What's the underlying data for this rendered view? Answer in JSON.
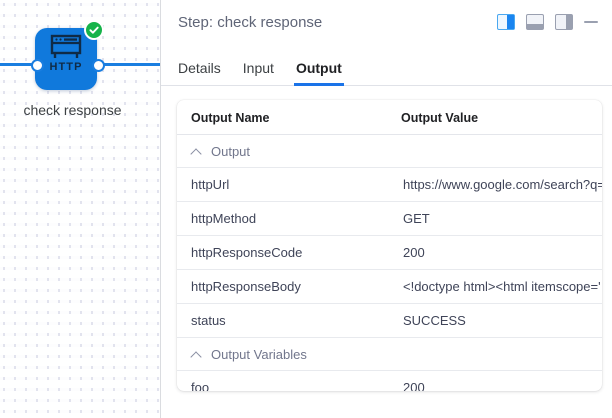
{
  "canvas": {
    "node": {
      "type_label": "HTTP",
      "name": "check response",
      "color": "#1079dc",
      "status_icon": "check-circle-icon",
      "status_color": "#16b34a",
      "edge_color": "#1a7ee0"
    }
  },
  "panel": {
    "header": {
      "title": "Step: check response",
      "actions": [
        {
          "icon": "layout-split-left-icon",
          "active": true
        },
        {
          "icon": "layout-dock-bottom-icon",
          "active": false
        },
        {
          "icon": "layout-dock-right-icon",
          "active": false
        },
        {
          "icon": "minimize-icon",
          "active": false
        }
      ]
    },
    "tabs": [
      {
        "label": "Details",
        "active": false
      },
      {
        "label": "Input",
        "active": false
      },
      {
        "label": "Output",
        "active": true
      }
    ],
    "accent_color": "#1a73e8",
    "table": {
      "columns": [
        "Output Name",
        "Output Value"
      ],
      "groups": [
        {
          "label": "Output",
          "expanded": true,
          "rows": [
            {
              "name": "httpUrl",
              "value": "https://www.google.com/search?q="
            },
            {
              "name": "httpMethod",
              "value": "GET"
            },
            {
              "name": "httpResponseCode",
              "value": "200"
            },
            {
              "name": "httpResponseBody",
              "value": "<!doctype html><html itemscope='"
            },
            {
              "name": "status",
              "value": "SUCCESS"
            }
          ]
        },
        {
          "label": "Output Variables",
          "expanded": true,
          "rows": [
            {
              "name": "foo",
              "value": "200"
            }
          ]
        }
      ]
    }
  }
}
